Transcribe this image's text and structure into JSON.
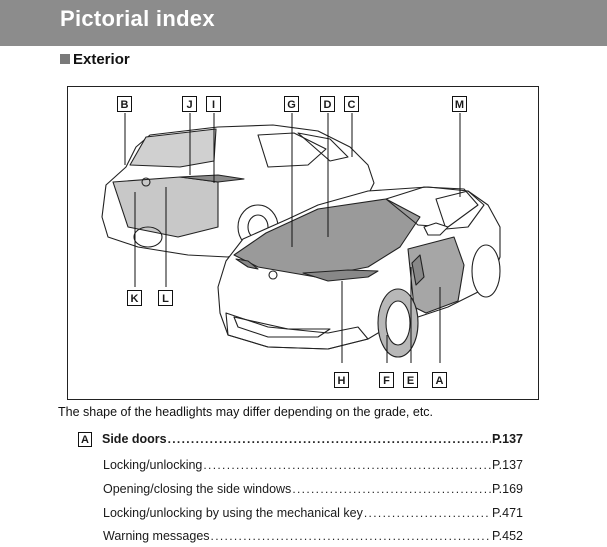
{
  "page": {
    "title": "Pictorial index",
    "section": "Exterior",
    "note": "The shape of the headlights may differ depending on the grade, etc."
  },
  "figure": {
    "callouts": [
      "A",
      "B",
      "C",
      "D",
      "E",
      "F",
      "G",
      "H",
      "I",
      "J",
      "K",
      "L",
      "M"
    ]
  },
  "index": {
    "main": {
      "badge": "A",
      "label": "Side doors",
      "page": "P.137"
    },
    "items": [
      {
        "label": "Locking/unlocking",
        "page": "P.137"
      },
      {
        "label": "Opening/closing the side windows",
        "page": "P.169"
      },
      {
        "label": "Locking/unlocking by using the mechanical key",
        "page": "P.471"
      },
      {
        "label": "Warning messages",
        "page": "P.452"
      }
    ]
  },
  "colors": {
    "title_bar": "#8c8c8c",
    "highlight": "#9a9a9a"
  }
}
